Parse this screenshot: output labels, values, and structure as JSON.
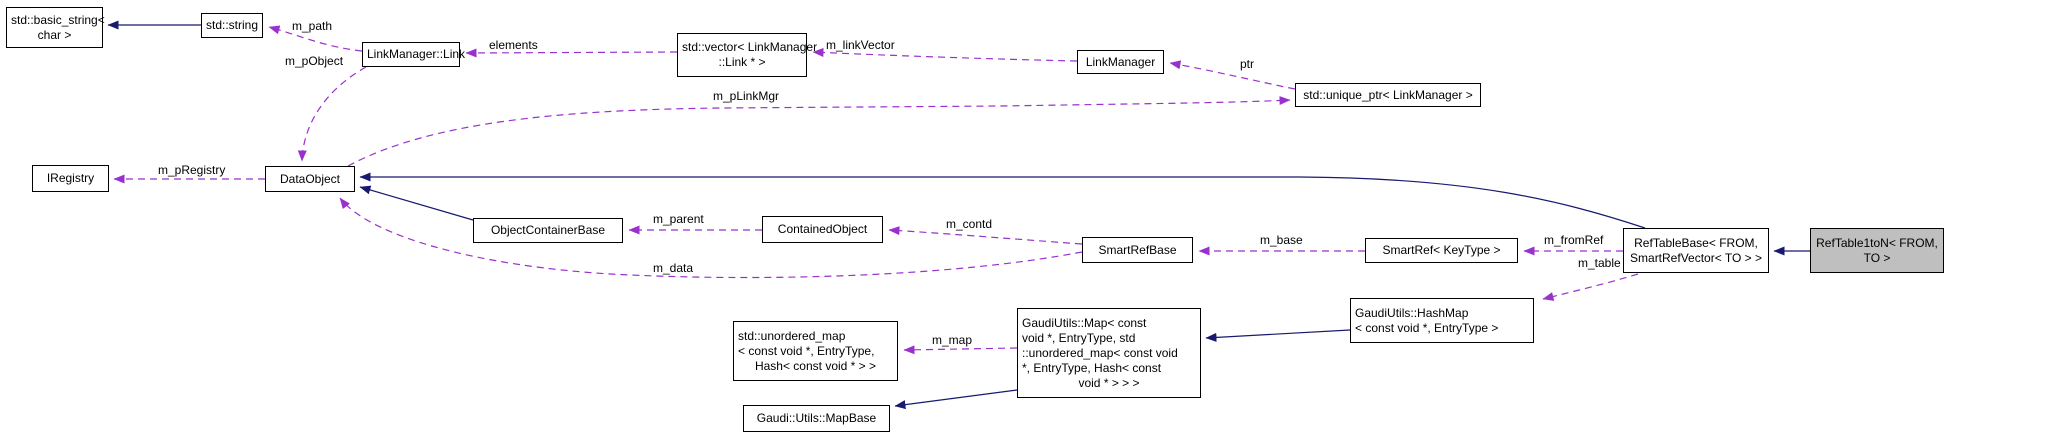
{
  "diagram": {
    "type": "collaboration-graph",
    "highlighted_node": "RefTable1toN< FROM, TO >",
    "colors": {
      "inheritance_edge": "#191970",
      "usage_edge": "#9932cc",
      "node_border": "#000000",
      "node_fill": "#ffffff",
      "highlight_fill": "#bfbfbf",
      "text": "#000000",
      "background": "#ffffff"
    },
    "nodes": {
      "basic_string": {
        "label": "std::basic_string< char >",
        "lines": [
          "std::basic_string<",
          "char >"
        ]
      },
      "string": {
        "label": "std::string",
        "lines": [
          "std::string"
        ]
      },
      "link": {
        "label": "LinkManager::Link",
        "lines": [
          "LinkManager::Link"
        ]
      },
      "vector": {
        "label": "std::vector< LinkManager::Link * >",
        "lines": [
          "std::vector< LinkManager",
          "::Link * >"
        ]
      },
      "linkmanager": {
        "label": "LinkManager",
        "lines": [
          "LinkManager"
        ]
      },
      "unique_ptr": {
        "label": "std::unique_ptr< LinkManager >",
        "lines": [
          "std::unique_ptr< LinkManager >"
        ]
      },
      "iregistry": {
        "label": "IRegistry",
        "lines": [
          "IRegistry"
        ]
      },
      "dataobject": {
        "label": "DataObject",
        "lines": [
          "DataObject"
        ]
      },
      "objectcontainerbase": {
        "label": "ObjectContainerBase",
        "lines": [
          "ObjectContainerBase"
        ]
      },
      "containedobject": {
        "label": "ContainedObject",
        "lines": [
          "ContainedObject"
        ]
      },
      "smartrefbase": {
        "label": "SmartRefBase",
        "lines": [
          "SmartRefBase"
        ]
      },
      "smartref": {
        "label": "SmartRef< KeyType >",
        "lines": [
          "SmartRef< KeyType >"
        ]
      },
      "reftablebase": {
        "label": "RefTableBase< FROM, SmartRefVector< TO > >",
        "lines": [
          "RefTableBase< FROM,",
          "SmartRefVector< TO > >"
        ]
      },
      "reftable1ton": {
        "label": "RefTable1toN< FROM, TO >",
        "lines": [
          "RefTable1toN< FROM,",
          "TO >"
        ]
      },
      "hashmap": {
        "label": "GaudiUtils::HashMap< const void *, EntryType >",
        "lines": [
          "GaudiUtils::HashMap",
          "< const void *, EntryType >"
        ]
      },
      "map": {
        "label": "GaudiUtils::Map< const void *, EntryType, std::unordered_map< const void *, EntryType, Hash< const void * > > >",
        "lines": [
          "GaudiUtils::Map< const",
          "void *, EntryType, std",
          "::unordered_map< const void",
          "*, EntryType, Hash< const",
          "void * > > >"
        ]
      },
      "unordered_map": {
        "label": "std::unordered_map< const void *, EntryType, Hash< const void * > >",
        "lines": [
          "std::unordered_map",
          "< const void *, EntryType,",
          "Hash< const void * > >"
        ]
      },
      "mapbase": {
        "label": "Gaudi::Utils::MapBase",
        "lines": [
          "Gaudi::Utils::MapBase"
        ]
      }
    },
    "edge_labels": {
      "m_path": "m_path",
      "m_pObject": "m_pObject",
      "elements": "elements",
      "m_linkVector": "m_linkVector",
      "ptr": "ptr",
      "m_pLinkMgr": "m_pLinkMgr",
      "m_pRegistry": "m_pRegistry",
      "m_parent": "m_parent",
      "m_contd": "m_contd",
      "m_base": "m_base",
      "m_fromRef": "m_fromRef",
      "m_table": "m_table",
      "m_map": "m_map",
      "m_data": "m_data"
    },
    "relations": [
      {
        "from": "std::string",
        "to": "std::basic_string< char >",
        "type": "inheritance"
      },
      {
        "from": "LinkManager::Link",
        "to": "std::string",
        "type": "usage",
        "label": "m_path"
      },
      {
        "from": "LinkManager::Link",
        "to": "DataObject",
        "type": "usage",
        "label": "m_pObject"
      },
      {
        "from": "std::vector< LinkManager::Link * >",
        "to": "LinkManager::Link",
        "type": "usage",
        "label": "elements"
      },
      {
        "from": "LinkManager",
        "to": "std::vector< LinkManager::Link * >",
        "type": "usage",
        "label": "m_linkVector"
      },
      {
        "from": "std::unique_ptr< LinkManager >",
        "to": "LinkManager",
        "type": "usage",
        "label": "ptr"
      },
      {
        "from": "DataObject",
        "to": "std::unique_ptr< LinkManager >",
        "type": "usage",
        "label": "m_pLinkMgr"
      },
      {
        "from": "DataObject",
        "to": "IRegistry",
        "type": "usage",
        "label": "m_pRegistry"
      },
      {
        "from": "ObjectContainerBase",
        "to": "DataObject",
        "type": "inheritance"
      },
      {
        "from": "ContainedObject",
        "to": "ObjectContainerBase",
        "type": "usage",
        "label": "m_parent"
      },
      {
        "from": "SmartRefBase",
        "to": "ContainedObject",
        "type": "usage",
        "label": "m_contd"
      },
      {
        "from": "SmartRefBase",
        "to": "DataObject",
        "type": "usage",
        "label": "m_data"
      },
      {
        "from": "SmartRef< KeyType >",
        "to": "SmartRefBase",
        "type": "usage",
        "label": "m_base"
      },
      {
        "from": "RefTableBase< FROM, SmartRefVector< TO > >",
        "to": "SmartRef< KeyType >",
        "type": "usage",
        "label": "m_fromRef"
      },
      {
        "from": "RefTableBase< FROM, SmartRefVector< TO > >",
        "to": "GaudiUtils::HashMap< const void *, EntryType >",
        "type": "usage",
        "label": "m_table"
      },
      {
        "from": "RefTableBase< FROM, SmartRefVector< TO > >",
        "to": "DataObject",
        "type": "inheritance"
      },
      {
        "from": "RefTable1toN< FROM, TO >",
        "to": "RefTableBase< FROM, SmartRefVector< TO > >",
        "type": "inheritance"
      },
      {
        "from": "GaudiUtils::HashMap< const void *, EntryType >",
        "to": "GaudiUtils::Map< const void *, EntryType, std::unordered_map< const void *, EntryType, Hash< const void * > > >",
        "type": "inheritance"
      },
      {
        "from": "GaudiUtils::Map< const void *, EntryType, std::unordered_map< const void *, EntryType, Hash< const void * > > >",
        "to": "std::unordered_map< const void *, EntryType, Hash< const void * > >",
        "type": "usage",
        "label": "m_map"
      },
      {
        "from": "GaudiUtils::Map< const void *, EntryType, std::unordered_map< const void *, EntryType, Hash< const void * > > >",
        "to": "Gaudi::Utils::MapBase",
        "type": "inheritance"
      }
    ]
  }
}
